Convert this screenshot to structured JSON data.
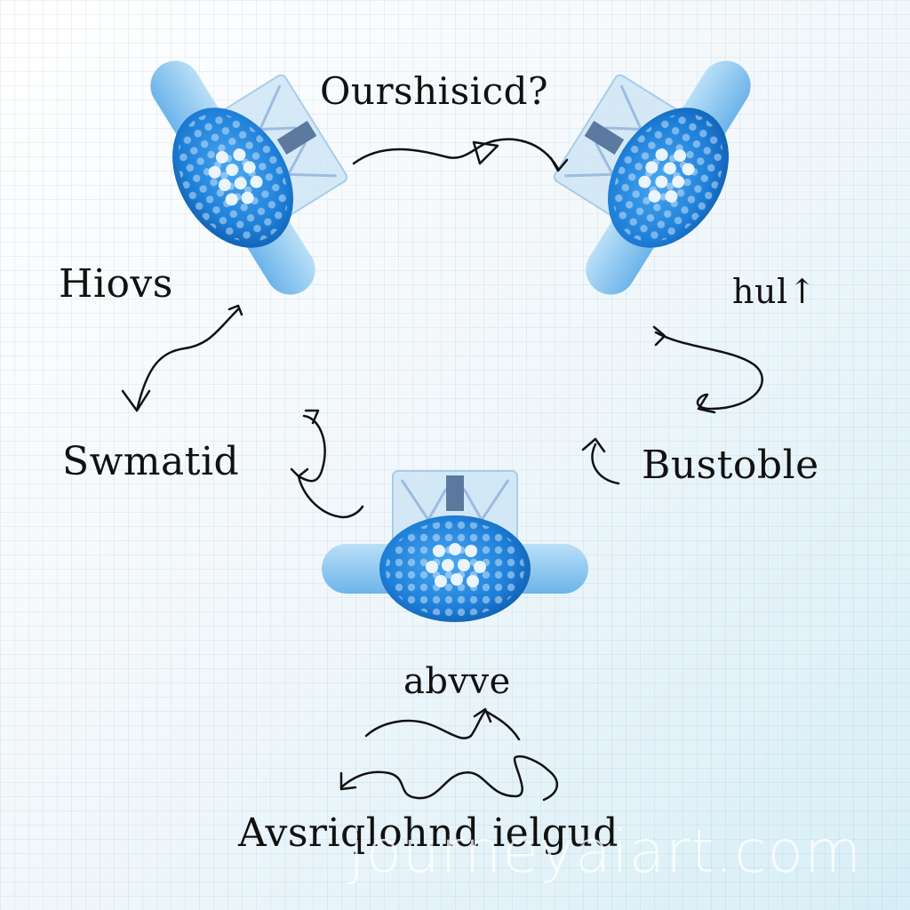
{
  "labels": {
    "title": "Ourshisicd?",
    "left": "Hiovs",
    "right_top": "hul↑",
    "middle_left": "Swmatid",
    "middle_right": "Bustoble",
    "above": "abvve",
    "bottom": "Avsriqlohnd ielgud"
  },
  "watermark": "journeyaiart.com",
  "colors": {
    "background_top": "#ffffff",
    "background_bottom": "#d7eef6",
    "cell_blue": "#1e7fd8",
    "arm_blue": "#8cc6f0",
    "ink": "#111111"
  },
  "illustrations": [
    {
      "name": "cell-top-left",
      "icon": "blue-cell-illustration"
    },
    {
      "name": "cell-top-right",
      "icon": "blue-cell-illustration"
    },
    {
      "name": "cell-bottom-center",
      "icon": "blue-cell-illustration"
    }
  ]
}
